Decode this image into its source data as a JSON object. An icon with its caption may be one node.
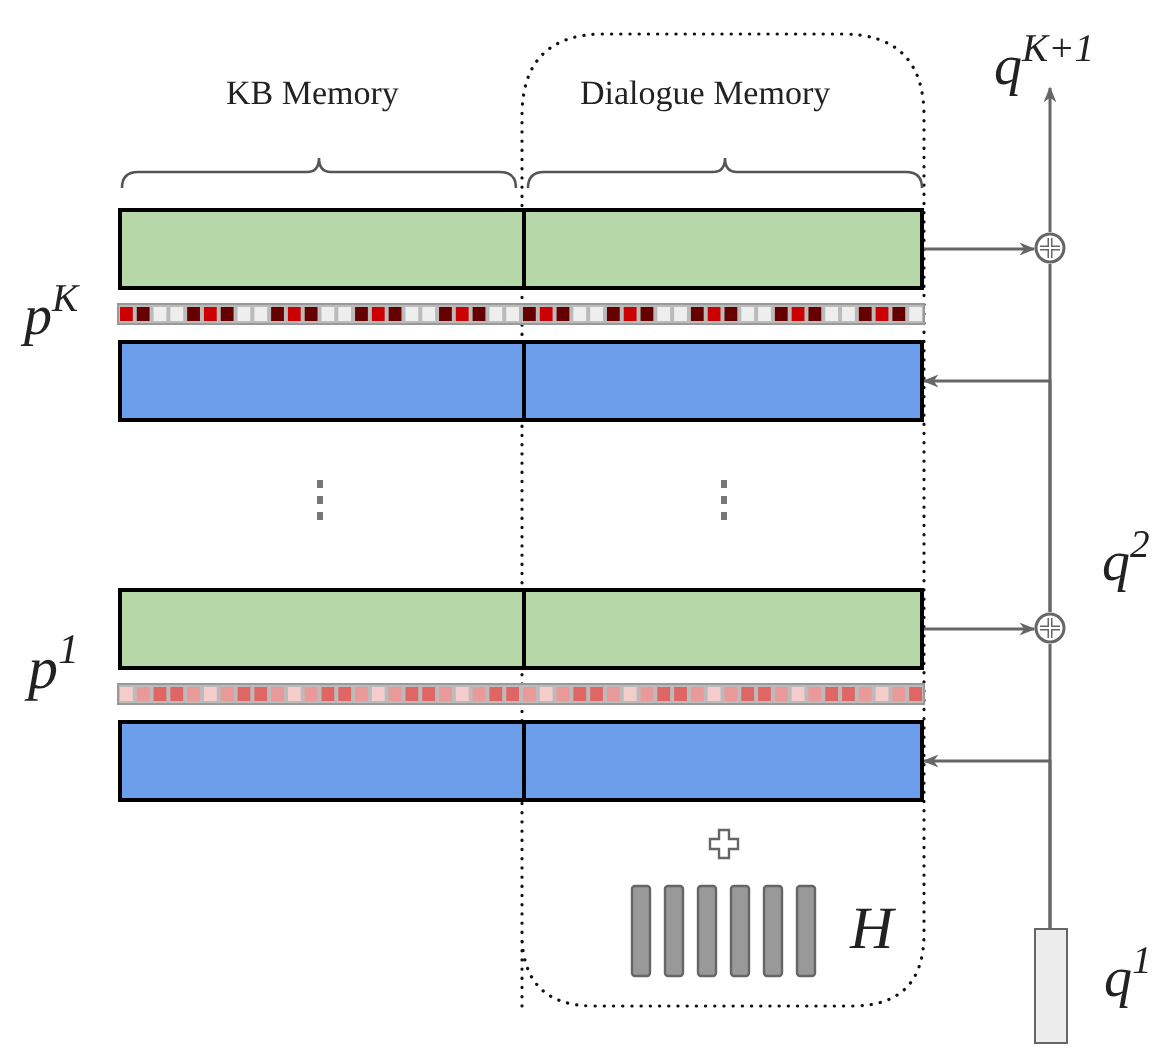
{
  "diagram": {
    "nodes": [
      {
        "text": [],
        "shape": "bar"
      },
      {
        "text": [],
        "shape": "bar"
      },
      {
        "text": [],
        "shape": "bar"
      },
      {
        "text": [],
        "shape": "bar"
      },
      {
        "text": [],
        "shape": "circle"
      },
      {
        "text": [],
        "shape": "circle"
      },
      {
        "text": [],
        "shape": "bar",
        "beside": [
          "q$^{1}$"
        ]
      },
      {
        "text": [
          "q$^{K+1}$"
        ]
      }
    ],
    "edges": [
      {
        "from": 0,
        "to": 4,
        "arrow": "to"
      },
      {
        "from": 2,
        "to": 5,
        "arrow": "to"
      },
      {
        "from": 6,
        "to": 3,
        "arrow": "to"
      },
      {
        "from": 6,
        "to": 5,
        "arrow": "none"
      },
      {
        "from": 5,
        "to": 1,
        "arrow": "to"
      },
      {
        "from": 5,
        "to": 4,
        "arrow": "none"
      },
      {
        "from": 4,
        "to": 7,
        "arrow": "to"
      }
    ],
    "labels": [
      "KB Memory",
      "Dialogue Memory",
      "p$^{K}$",
      "p$^{1}$",
      "q$^{2}$",
      "H"
    ]
  }
}
